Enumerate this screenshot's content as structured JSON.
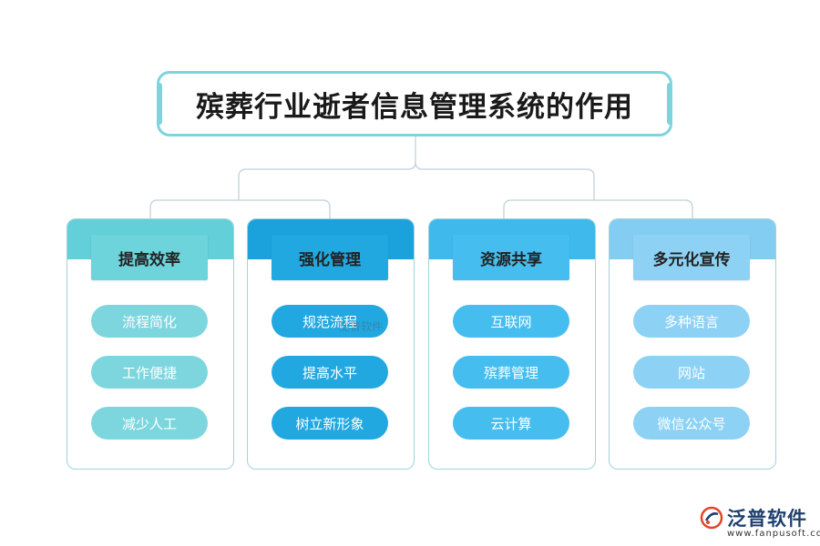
{
  "title": "殡葬行业逝者信息管理系统的作用",
  "columns": [
    {
      "header": "提高效率",
      "items": [
        "流程简化",
        "工作便捷",
        "减少人工"
      ]
    },
    {
      "header": "强化管理",
      "items": [
        "规范流程",
        "提高水平",
        "树立新形象"
      ]
    },
    {
      "header": "资源共享",
      "items": [
        "互联网",
        "殡葬管理",
        "云计算"
      ]
    },
    {
      "header": "多元化宣传",
      "items": [
        "多种语言",
        "网站",
        "微信公众号"
      ]
    }
  ],
  "watermark": "泛普软件",
  "logo": {
    "name": "泛普软件",
    "url": "www.fanpusoft.com",
    "icon": "fanpu-logo-icon"
  },
  "colors": {
    "title_border": "#7ed3dc",
    "col1": "#6dd4dc",
    "col2": "#22a8e0",
    "col3": "#45bdee",
    "col4": "#8dd2f4",
    "connector": "#c8e3ea"
  }
}
